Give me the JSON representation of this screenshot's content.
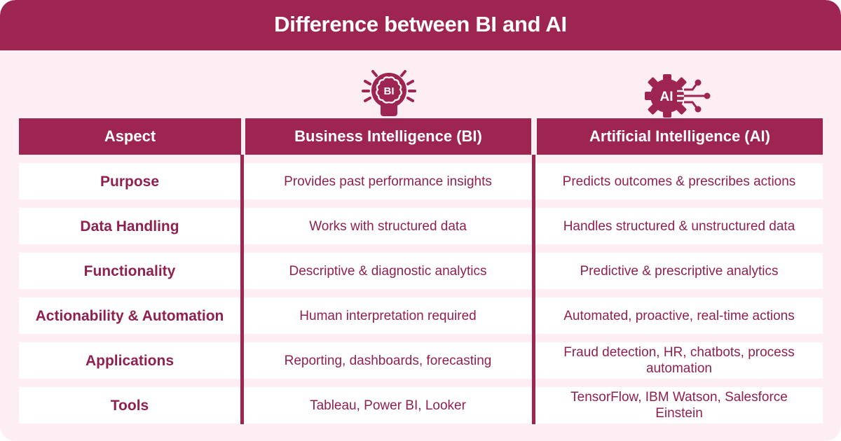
{
  "title": "Difference between BI and AI",
  "colors": {
    "primary": "#9e2452",
    "background": "#fdeef3",
    "cell_background": "#ffffff",
    "cell_text": "#8f2050",
    "header_text": "#ffffff"
  },
  "icons": {
    "bi": {
      "semantic": "lightbulb-brain-icon",
      "label": "BI"
    },
    "ai": {
      "semantic": "gear-circuit-icon",
      "label": "AI"
    }
  },
  "table": {
    "headers": [
      "Aspect",
      "Business Intelligence (BI)",
      "Artificial Intelligence (AI)"
    ],
    "rows": [
      {
        "aspect": "Purpose",
        "bi": "Provides past performance insights",
        "ai": "Predicts outcomes & prescribes actions"
      },
      {
        "aspect": "Data Handling",
        "bi": "Works with structured data",
        "ai": "Handles structured & unstructured data"
      },
      {
        "aspect": "Functionality",
        "bi": "Descriptive & diagnostic analytics",
        "ai": "Predictive & prescriptive analytics"
      },
      {
        "aspect": "Actionability & Automation",
        "bi": "Human interpretation required",
        "ai": "Automated, proactive, real-time actions"
      },
      {
        "aspect": "Applications",
        "bi": "Reporting, dashboards, forecasting",
        "ai": "Fraud detection, HR, chatbots, process automation"
      },
      {
        "aspect": "Tools",
        "bi": "Tableau, Power BI, Looker",
        "ai": "TensorFlow, IBM Watson, Salesforce Einstein"
      }
    ]
  }
}
